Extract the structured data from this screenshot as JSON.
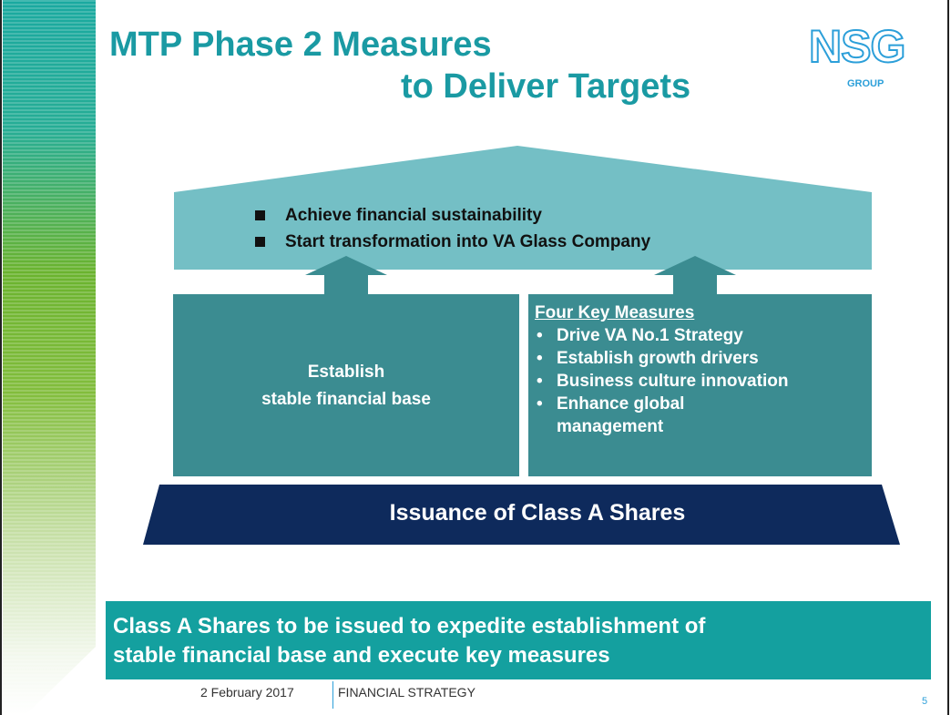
{
  "slide": {
    "title_line1": "MTP Phase 2 Measures",
    "title_line2": "to Deliver Targets",
    "logo": {
      "text": "NSG",
      "subtext": "GROUP"
    }
  },
  "diagram": {
    "roof_items": [
      "Achieve financial sustainability",
      "Start transformation into VA Glass Company"
    ],
    "left_pillar": {
      "line1": "Establish",
      "line2": "stable financial base"
    },
    "right_pillar": {
      "heading": "Four Key Measures",
      "bullet": "•",
      "items": [
        "Drive VA No.1 Strategy",
        "Establish growth drivers",
        "Business culture innovation",
        "Enhance global management"
      ]
    },
    "base": "Issuance of Class A Shares"
  },
  "banner": {
    "line1": "Class A Shares to be issued to expedite establishment of",
    "line2": "stable financial base and execute key measures"
  },
  "footer": {
    "date": "2 February 2017",
    "section": "FINANCIAL STRATEGY",
    "page": "5"
  },
  "colors": {
    "title": "#1a9aa3",
    "roof": "#74bfc5",
    "pillar": "#3b8c91",
    "arrow": "#3b8c91",
    "base": "#0e2a5c",
    "banner": "#14a09f",
    "logo": "#2c9fd9"
  }
}
